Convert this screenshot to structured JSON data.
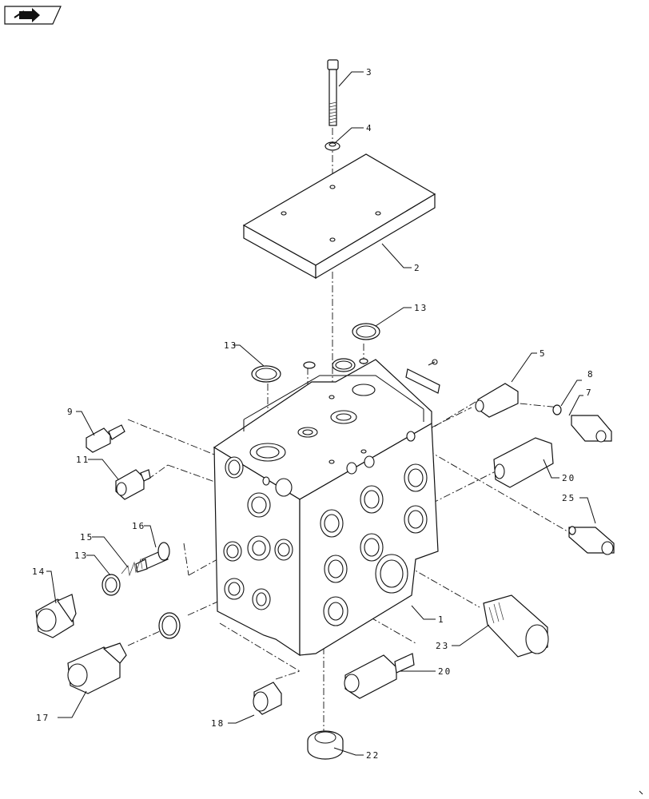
{
  "toolbar": {
    "nav_icon": "forward-arrow-icon"
  },
  "callouts": [
    {
      "id": "c3",
      "label": "3"
    },
    {
      "id": "c4",
      "label": "4"
    },
    {
      "id": "c2",
      "label": "2"
    },
    {
      "id": "c13a",
      "label": "13"
    },
    {
      "id": "c13b",
      "label": "13"
    },
    {
      "id": "c5",
      "label": "5"
    },
    {
      "id": "c8",
      "label": "8"
    },
    {
      "id": "c7",
      "label": "7"
    },
    {
      "id": "c9",
      "label": "9"
    },
    {
      "id": "c11",
      "label": "11"
    },
    {
      "id": "c20a",
      "label": "20"
    },
    {
      "id": "c25",
      "label": "25"
    },
    {
      "id": "c16",
      "label": "16"
    },
    {
      "id": "c15",
      "label": "15"
    },
    {
      "id": "c13c",
      "label": "13"
    },
    {
      "id": "c14",
      "label": "14"
    },
    {
      "id": "c1",
      "label": "1"
    },
    {
      "id": "c23",
      "label": "23"
    },
    {
      "id": "c20b",
      "label": "20"
    },
    {
      "id": "c17",
      "label": "17"
    },
    {
      "id": "c18",
      "label": "18"
    },
    {
      "id": "c22",
      "label": "22"
    }
  ]
}
